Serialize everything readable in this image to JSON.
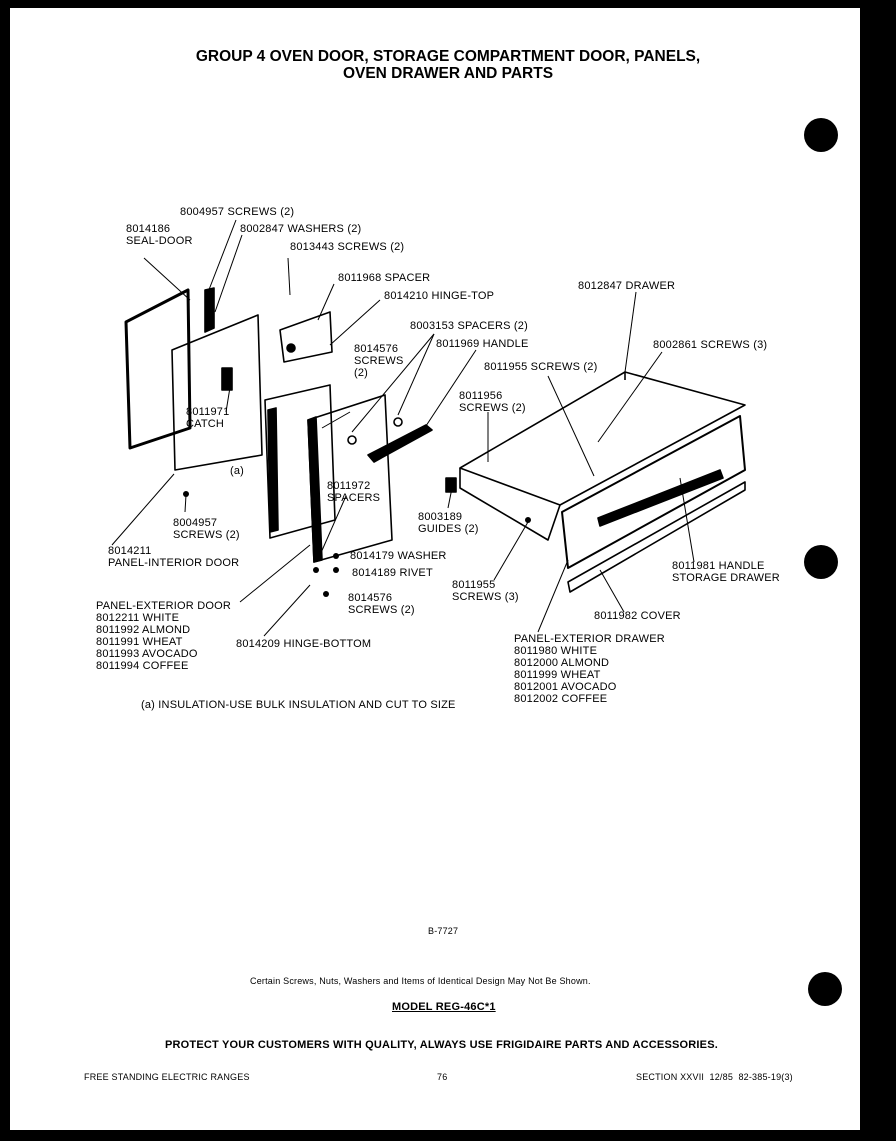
{
  "title": {
    "line1": "GROUP 4    OVEN DOOR, STORAGE COMPARTMENT DOOR, PANELS,",
    "line2": "OVEN DRAWER AND PARTS"
  },
  "labels": {
    "l1": "8004957 SCREWS (2)",
    "l2": "8014186\nSEAL-DOOR",
    "l3": "8002847 WASHERS (2)",
    "l4": "8013443 SCREWS (2)",
    "l5": "8011968 SPACER",
    "l6": "8014210 HINGE-TOP",
    "l7": "8012847 DRAWER",
    "l8": "8003153 SPACERS (2)",
    "l9": "8011969 HANDLE",
    "l10": "8014576\nSCREWS\n(2)",
    "l11": "8002861 SCREWS (3)",
    "l12": "8011955 SCREWS (2)",
    "l13": "8011956\nSCREWS (2)",
    "l14": "8011971\nCATCH",
    "l15": "(a)",
    "l16": "8011972\nSPACERS",
    "l17": "8003189\nGUIDES (2)",
    "l18": "8004957\nSCREWS (2)",
    "l19": "8014211\nPANEL-INTERIOR DOOR",
    "l20": "8014179 WASHER",
    "l21": "8011981 HANDLE\nSTORAGE DRAWER",
    "l22": "8014189 RIVET",
    "l23": "8011955\nSCREWS (3)",
    "l24": "8014576\nSCREWS (2)",
    "l25": "PANEL-EXTERIOR DOOR\n8012211 WHITE\n8011992 ALMOND\n8011991 WHEAT\n8011993 AVOCADO\n8011994 COFFEE",
    "l26": "8011982 COVER",
    "l27": "PANEL-EXTERIOR DRAWER\n8011980 WHITE\n8012000 ALMOND\n8011999 WHEAT\n8012001 AVOCADO\n8012002 COFFEE",
    "l28": "8014209 HINGE-BOTTOM",
    "l29": "(a) INSULATION-USE BULK INSULATION AND CUT TO SIZE"
  },
  "footer": {
    "drawing_no": "B-7727",
    "note": "Certain Screws, Nuts, Washers and Items of Identical Design May Not Be Shown.",
    "model": "MODEL REG-46C*1",
    "protect": "PROTECT YOUR CUSTOMERS WITH QUALITY, ALWAYS USE FRIGIDAIRE PARTS AND ACCESSORIES.",
    "left": "FREE STANDING ELECTRIC RANGES",
    "page": "76",
    "right": "SECTION XXVII  12/85  82-385-19(3)"
  }
}
